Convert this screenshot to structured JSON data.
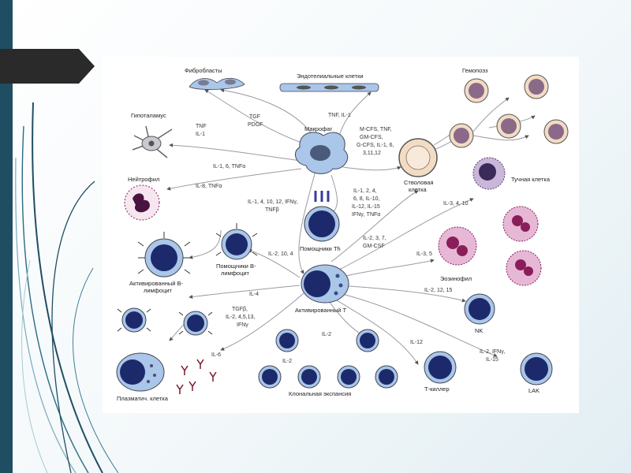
{
  "colors": {
    "stripe": "#1f4e63",
    "arrow": "#222222",
    "cell_fill": "#aac6e8",
    "nucleus": "#1c2a6b",
    "stem_fill": "#f2dcc4",
    "stem_nucleus": "#7a5a7a",
    "eos_fill": "#e6b8d6",
    "eos_granule": "#8a1e5a",
    "line": "#9a9aa5"
  },
  "cells": {
    "fibroblasts": "Фибробласты",
    "endothelial": "Эндотелиальные клетки",
    "hemopoiesis": "Гемопоэз",
    "hypothalamus": "Гипоталамус",
    "neutrophil": "Нейтрофил",
    "macrophage": "Макрофаг",
    "stem_cell": "Стволовая клетка",
    "mast_cell": "Тучная клетка",
    "helper_th": "Помощники Th",
    "helper_b": "Помощники В-лимфоцит",
    "activated_b": "Активированный В-лимфоцит",
    "activated_t": "Активированный Т",
    "eosinophil": "Эозинофил",
    "nk": "NK",
    "plasma_cell": "Плазматич. клетка",
    "clonal_expansion": "Клональная экспансия",
    "t_killer": "Т-киллер",
    "lak": "LAK"
  },
  "labels": {
    "tnf_il1": [
      "TNF",
      "IL-1"
    ],
    "tgf_pdgf": [
      "TGF",
      "PDGF"
    ],
    "tnf_il1_endo": "TNF, IL-1",
    "csf": [
      "M-CFS, TNF,",
      "GM-CFS,",
      "G-CFS, IL-1, 6,",
      "3,11,12"
    ],
    "il1_6_tnfa": "IL-1, 6, TNFα",
    "il8_tnfa": "IL-8, TNFα",
    "il1_4_etc": [
      "IL-1, 4, 10, 12, IFNγ,",
      "TNFβ"
    ],
    "il_th": [
      "IL-1, 2, 4,",
      "6, 8, IL-10,",
      "IL-12, IL-15",
      "IFNγ, TNFα"
    ],
    "il3_4_10": "IL-3, 4, 10",
    "il2_3_7": [
      "IL-2, 3, 7,",
      "GM-CSF"
    ],
    "il3_5": "IL-3, 5",
    "il2_10_4": "IL-2, 10, 4",
    "il4": "IL-4",
    "tgfb": [
      "TGFβ,",
      "IL-2, 4,5,13,",
      "IFNγ"
    ],
    "il2_12_15": "IL-2, 12, 15",
    "il2_clonal": "IL-2",
    "il2_small": "IL-2",
    "il6": "IL-6",
    "il12": "IL-12",
    "il2_ifn_15": [
      "IL-2, IFNγ,",
      "IL-15"
    ]
  }
}
